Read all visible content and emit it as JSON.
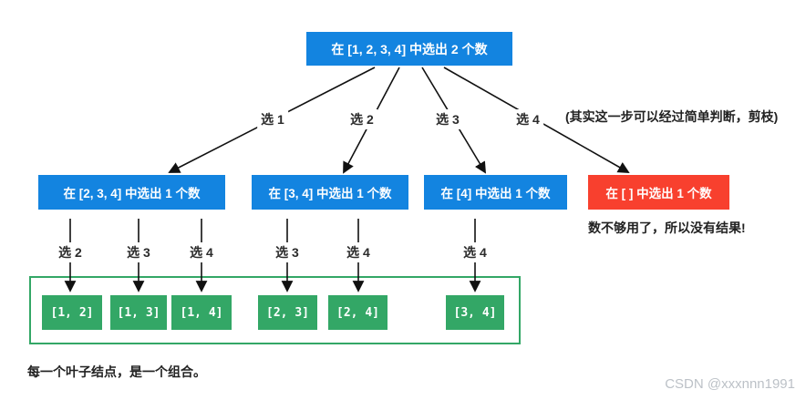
{
  "diagram": {
    "root": {
      "label": "在 [1, 2, 3, 4] 中选出 2 个数"
    },
    "level1_edges": [
      {
        "label": "选 1"
      },
      {
        "label": "选 2"
      },
      {
        "label": "选 3"
      },
      {
        "label": "选 4"
      }
    ],
    "prune_note": "(其实这一步可以经过简单判断，剪枝)",
    "level2_nodes": [
      {
        "label": "在 [2, 3, 4] 中选出 1 个数",
        "status": "normal"
      },
      {
        "label": "在 [3, 4] 中选出 1 个数",
        "status": "normal"
      },
      {
        "label": "在 [4] 中选出 1 个数",
        "status": "normal"
      },
      {
        "label": "在 [ ] 中选出 1 个数",
        "status": "dead-end"
      }
    ],
    "dead_end_note": "数不够用了，所以没有结果!",
    "level2_edges": [
      {
        "label": "选 2"
      },
      {
        "label": "选 3"
      },
      {
        "label": "选 4"
      },
      {
        "label": "选 3"
      },
      {
        "label": "选 4"
      },
      {
        "label": "选 4"
      }
    ],
    "leaves": [
      {
        "label": "[1, 2]"
      },
      {
        "label": "[1, 3]"
      },
      {
        "label": "[1, 4]"
      },
      {
        "label": "[2, 3]"
      },
      {
        "label": "[2, 4]"
      },
      {
        "label": "[3, 4]"
      }
    ],
    "caption": "每一个叶子结点，是一个组合。",
    "watermark": "CSDN @xxxnnn1991",
    "colors": {
      "node_blue": "#1384e0",
      "node_red": "#f8402e",
      "node_green": "#33a766",
      "arrow": "#111111",
      "watermark_gray": "#bcc1c7"
    }
  }
}
